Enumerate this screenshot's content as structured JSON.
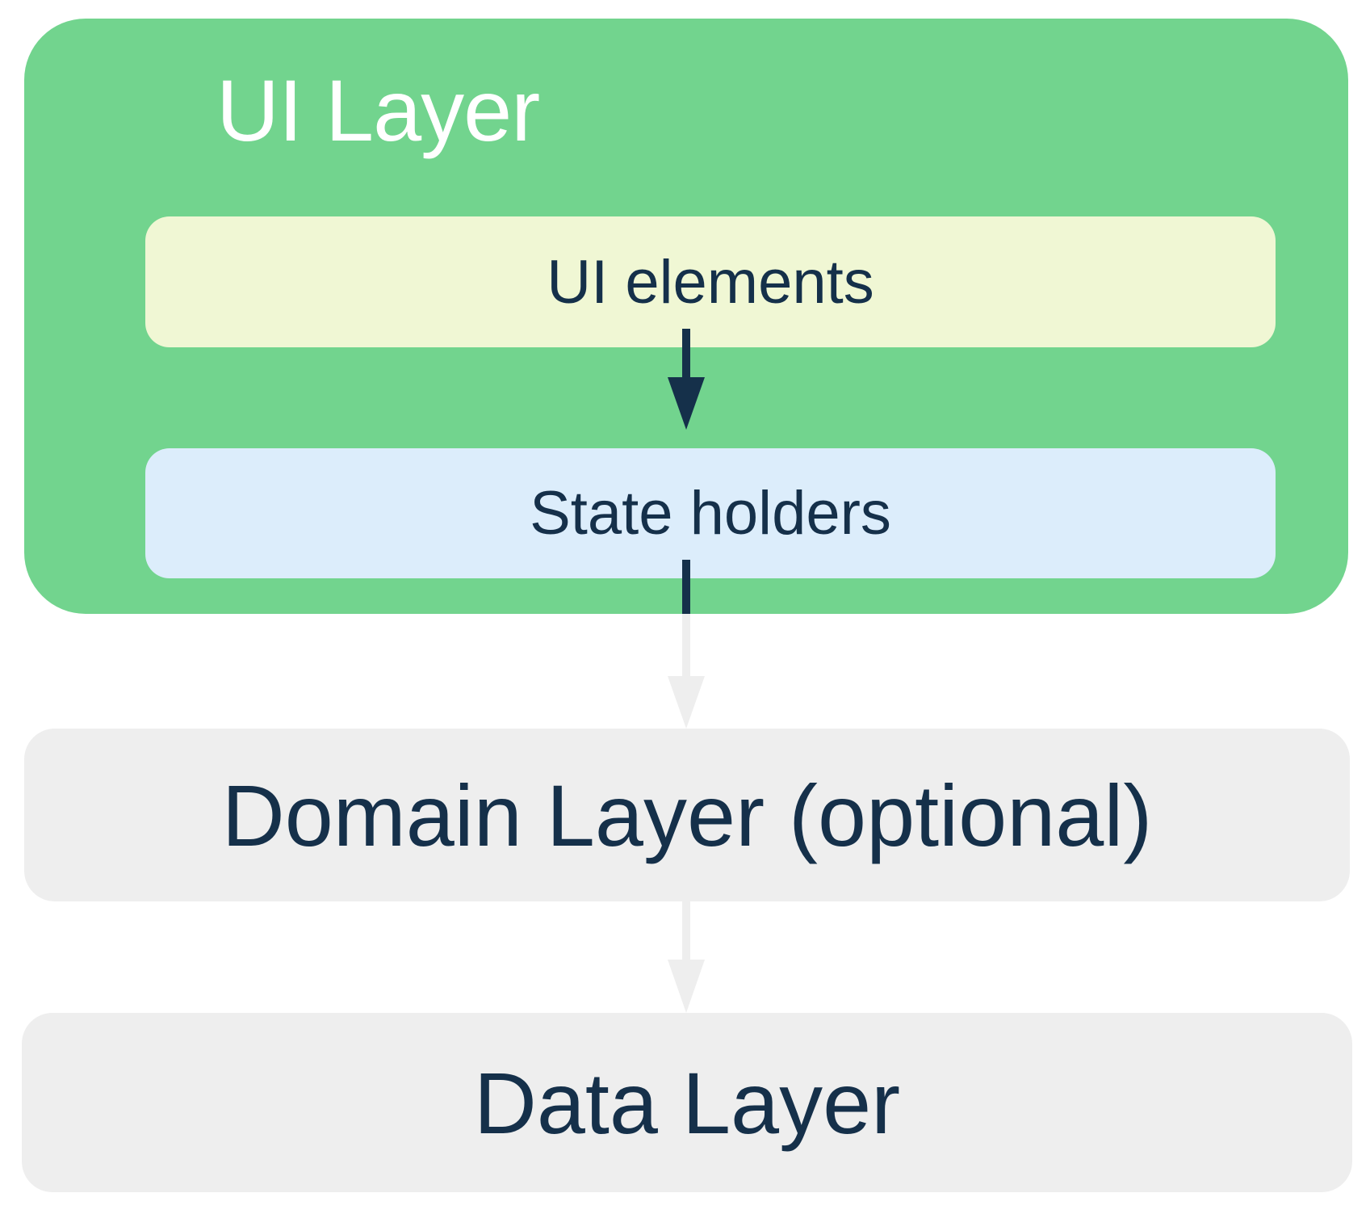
{
  "layers": {
    "ui_layer": {
      "title": "UI Layer",
      "ui_elements_label": "UI elements",
      "state_holders_label": "State holders"
    },
    "domain_layer_label": "Domain Layer (optional)",
    "data_layer_label": "Data Layer"
  },
  "colors": {
    "ui_layer": "#72d48e",
    "ui_elements": "#f0f7d4",
    "state_holders": "#dcedfb",
    "neutral_layer": "#eeeeee",
    "text": "#15304a",
    "dark_arrow": "#15304a",
    "light_arrow": "#eeeeee"
  }
}
